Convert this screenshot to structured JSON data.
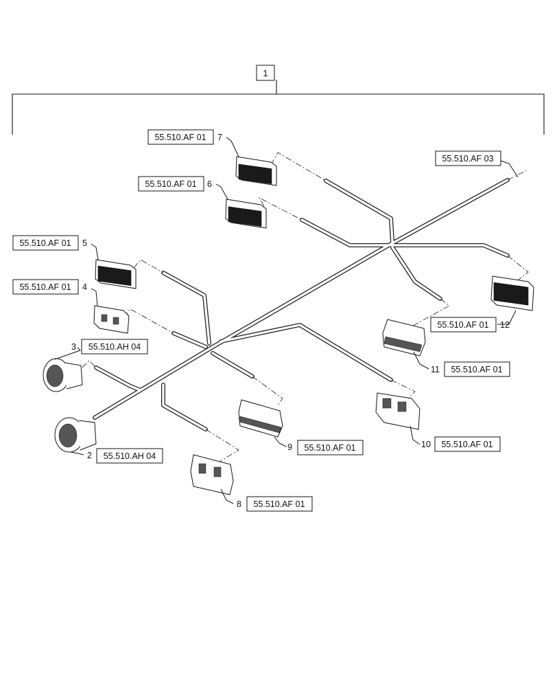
{
  "title_item": "1",
  "refs": {
    "r7": "55.510.AF 01",
    "r6": "55.510.AF 01",
    "r5": "55.510.AF 01",
    "r4": "55.510.AF 01",
    "r3": "55.510.AH 04",
    "r2": "55.510.AH 04",
    "r8": "55.510.AF 01",
    "r9": "55.510.AF 01",
    "r10": "55.510.AF 01",
    "r11": "55.510.AF 01",
    "r12": "55.510.AF 01",
    "r_trunk": "55.510.AF 03"
  },
  "numbers": {
    "n2": "2",
    "n3": "3",
    "n4": "4",
    "n5": "5",
    "n6": "6",
    "n7": "7",
    "n8": "8",
    "n9": "9",
    "n10": "10",
    "n11": "11",
    "n12": "12"
  }
}
